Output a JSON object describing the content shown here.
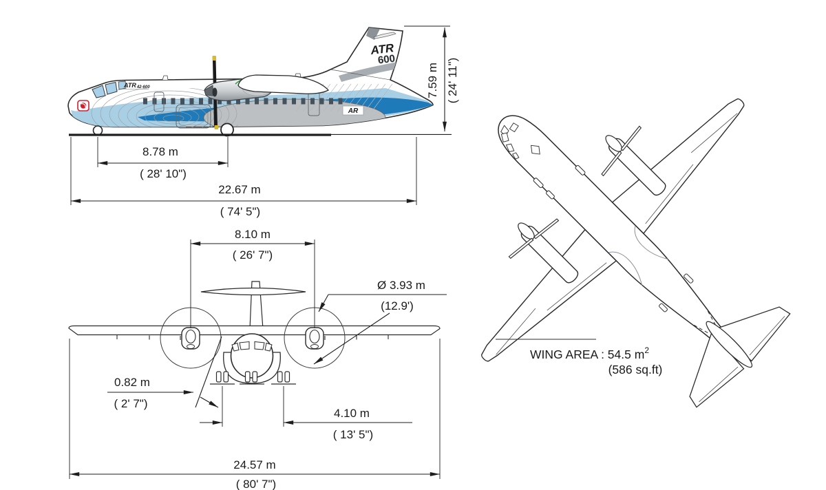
{
  "side_view": {
    "height_m": "7.59 m",
    "height_ft": "( 24' 11\")",
    "wheelbase_m": "8.78 m",
    "wheelbase_ft": "( 28' 10\")",
    "length_m": "22.67 m",
    "length_ft": "( 74' 5\")",
    "nose_title_atr": "ATR",
    "nose_title_model": "42-600",
    "tail_logo_atr": "ATR",
    "tail_logo_600": "600",
    "rear_marking": "AR"
  },
  "front_view": {
    "prop_spacing_m": "8.10 m",
    "prop_spacing_ft": "( 26' 7\")",
    "prop_diameter_m": "Ø 3.93 m",
    "prop_diameter_ft": "(12.9')",
    "prop_clearance_m": "0.82 m",
    "prop_clearance_ft": "( 2' 7\")",
    "gear_track_m": "4.10 m",
    "gear_track_ft": "( 13' 5\")",
    "wingspan_m": "24.57 m",
    "wingspan_ft": "( 80' 7\")"
  },
  "top_view": {
    "wing_area_label": "WING AREA : 54.5 m",
    "wing_area_sup": "2",
    "wing_area_ft": "(586 sq.ft)"
  }
}
